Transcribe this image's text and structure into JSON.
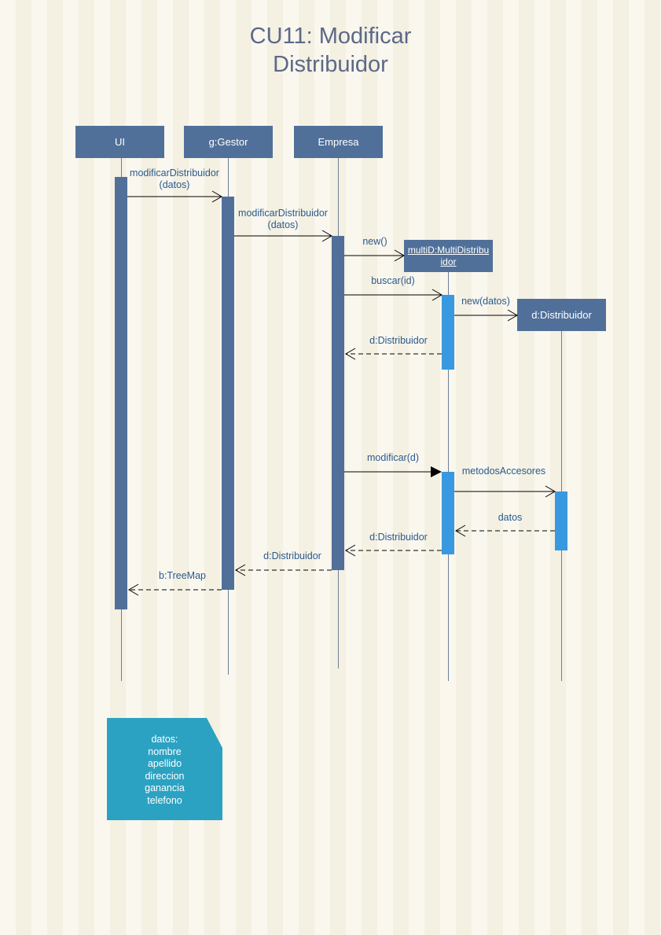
{
  "title": {
    "line1": "CU11: Modificar",
    "line2": "Distribuidor"
  },
  "actors": {
    "ui": "UI",
    "gestor": "g:Gestor",
    "empresa": "Empresa",
    "multi": "multiD:MultiDistribuidor",
    "distribuidor": "d:Distribuidor"
  },
  "messages": {
    "m1": "modificarDistribuidor(datos)",
    "m2": "modificarDistribuidor(datos)",
    "m3": "new()",
    "m4": "buscar(id)",
    "m5": "new(datos)",
    "m6": "d:Distribuidor",
    "m7": "modificar(d)",
    "m8": "metodosAccesores",
    "m9": "datos",
    "m10": "d:Distribuidor",
    "m11": "d:Distribuidor",
    "m12": "b:TreeMap"
  },
  "note": {
    "lines": [
      "datos:",
      "nombre",
      "apellido",
      "direccion",
      "ganancia",
      "telefono"
    ]
  },
  "colors": {
    "actor": "#50709a",
    "activation_dark": "#50709a",
    "activation_light": "#3899e0",
    "note": "#2ca2c2",
    "message_text": "#2a5a8e"
  }
}
